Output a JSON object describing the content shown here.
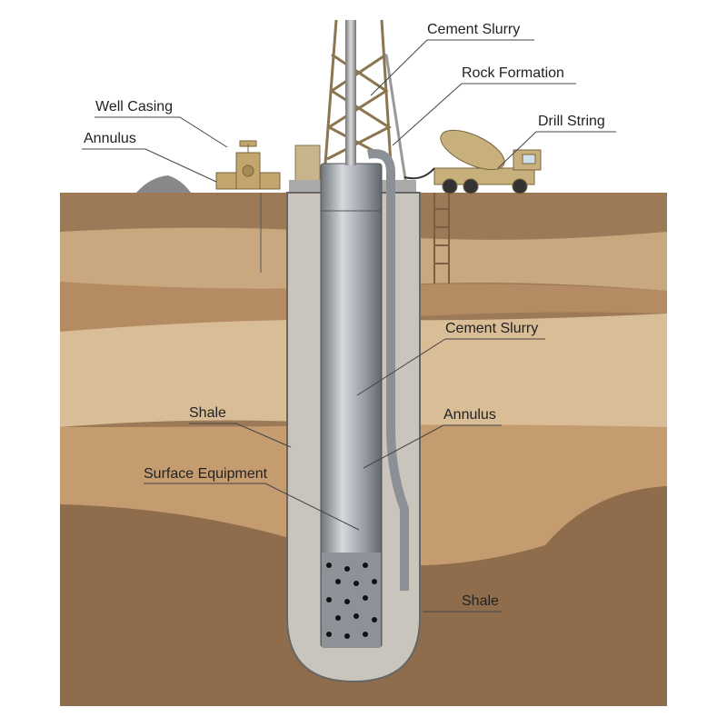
{
  "diagram": {
    "labels": {
      "cement_slurry_top": "Cement Slurry",
      "rock_formation": "Rock Formation",
      "drill_string": "Drill String",
      "well_casing": "Well Casing",
      "annulus_top": "Annulus",
      "cement_slurry_mid": "Cement Slurry",
      "annulus_mid": "Annulus",
      "shale_left": "Shale",
      "surface_equipment": "Surface Equipment",
      "shale_bottom": "Shale"
    },
    "colors": {
      "layer_dark": "#8f6d4c",
      "layer_light": "#d9bd96",
      "cement": "#c9c5bd",
      "casing": "#9aa0a6",
      "derrick": "#b49d72"
    }
  }
}
